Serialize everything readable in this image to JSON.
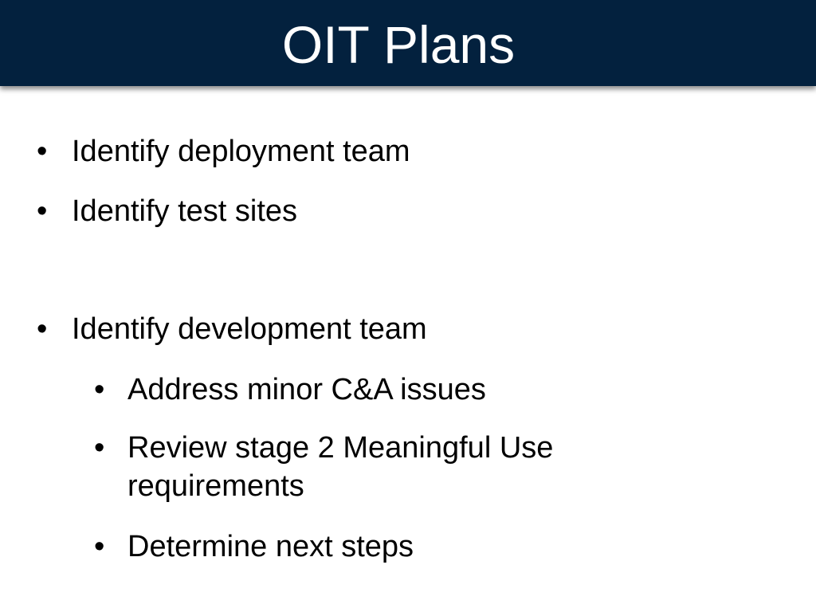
{
  "slide": {
    "title": "OIT Plans",
    "bullet_glyph": "•",
    "items": [
      {
        "text": "Identify deployment team"
      },
      {
        "text": "Identify test sites"
      },
      {
        "text": "Identify development team"
      },
      {
        "text": "Address minor C&A issues"
      },
      {
        "text": "Review stage 2 Meaningful Use requirements"
      },
      {
        "text": "Determine next steps"
      }
    ]
  },
  "colors": {
    "title_bar": "#03213e",
    "title_text": "#ffffff",
    "body_text": "#000000",
    "background": "#ffffff"
  }
}
